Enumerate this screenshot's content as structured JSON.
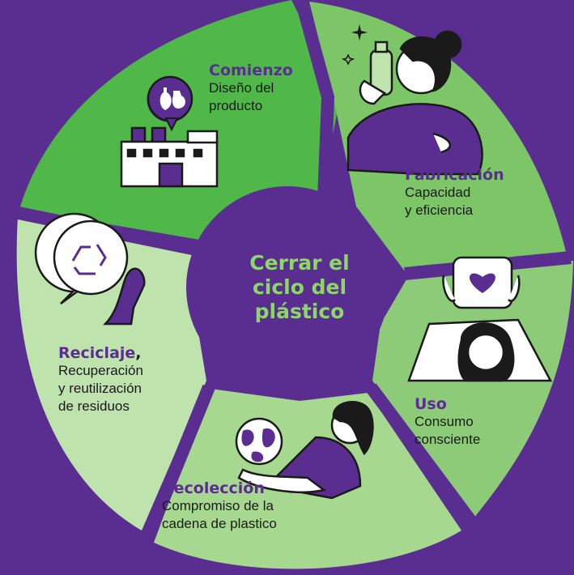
{
  "center": {
    "title": "Cerrar el\nciclo del\nplástico"
  },
  "stages": [
    {
      "id": "comienzo",
      "title": "Comienzo",
      "description": "Diseño del\nproducto"
    },
    {
      "id": "fabricacion",
      "title": "Fabricación",
      "description": "Capacidad\ny eficiencia"
    },
    {
      "id": "uso",
      "title": "Uso",
      "description": "Consumo\nconsciente"
    },
    {
      "id": "recoleccion",
      "title": "Recolección",
      "description": "Compromiso de la\ncadena de plastico"
    },
    {
      "id": "reciclaje",
      "title": "Reciclaje",
      "title_suffix": ",",
      "description": "Recuperación\ny reutilización\nde residuos"
    }
  ],
  "colors": {
    "background": "#5a2d91",
    "segment_dark_green": "#4fb848",
    "segment_mid_green": "#7cc668",
    "segment_light_green": "#a6d98f",
    "segment_pale_green": "#bfe3ad",
    "accent_purple": "#5a2d91",
    "center_text": "#8cd66a"
  },
  "icons": [
    "factory-icon",
    "bottle-pin-icon",
    "woman-bottle-icon",
    "heart-sign-icon",
    "woman-earth-icon",
    "recycle-bubble-icon",
    "hand-icon",
    "sparkle-icon"
  ]
}
